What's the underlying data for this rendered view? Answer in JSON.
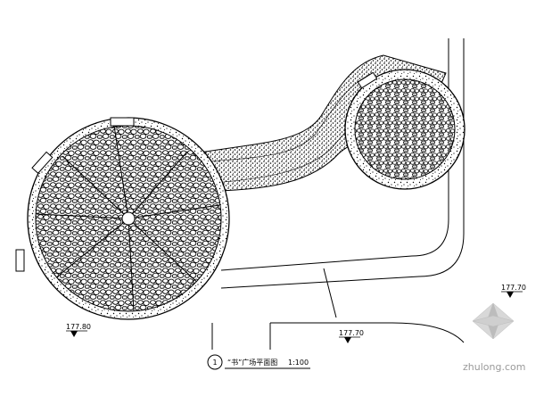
{
  "drawing": {
    "elevations": {
      "left_circle": "177.80",
      "upper_right": "177.70",
      "bottom_center": "177.70"
    },
    "caption": {
      "number": "1",
      "title": "“书”广场平面图",
      "scale": "1:100"
    },
    "watermark": "zhulong.com",
    "colors": {
      "line": "#000000",
      "watermark": "#9a9a9a"
    }
  }
}
